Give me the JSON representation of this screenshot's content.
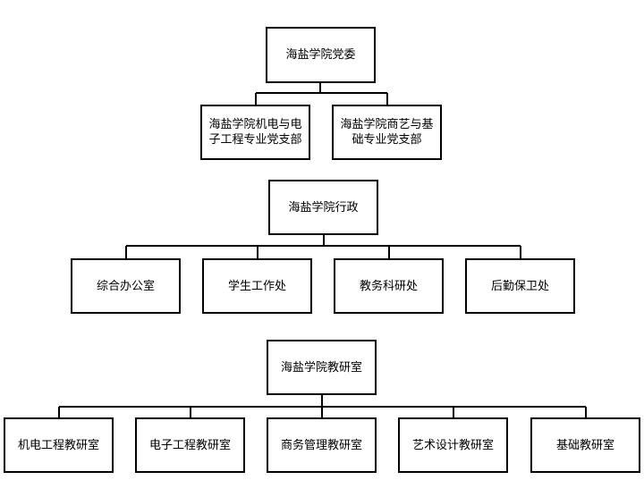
{
  "party": {
    "root": "海盐学院党委",
    "children": [
      "海盐学院机电与电子工程专业党支部",
      "海盐学院商艺与基础专业党支部"
    ]
  },
  "admin": {
    "root": "海盐学院行政",
    "children": [
      "综合办公室",
      "学生工作处",
      "教务科研处",
      "后勤保卫处"
    ]
  },
  "teaching": {
    "root": "海盐学院教研室",
    "children": [
      "机电工程教研室",
      "电子工程教研室",
      "商务管理教研室",
      "艺术设计教研室",
      "基础教研室"
    ]
  },
  "colors": {
    "line": "#000000",
    "box_border": "#000000",
    "background": "#ffffff"
  }
}
